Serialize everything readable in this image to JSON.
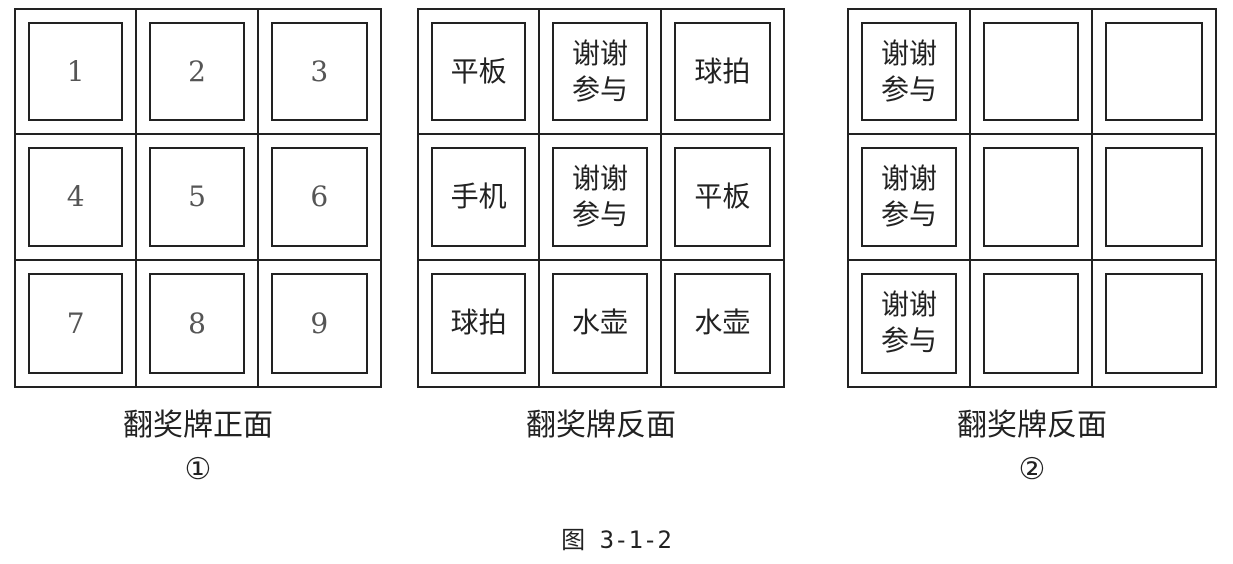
{
  "boards": [
    {
      "caption": "翻奖牌正面",
      "cells": [
        "1",
        "2",
        "3",
        "4",
        "5",
        "6",
        "7",
        "8",
        "9"
      ]
    },
    {
      "caption": "翻奖牌反面",
      "cells": [
        "平板",
        "谢谢\n参与",
        "球拍",
        "手机",
        "谢谢\n参与",
        "平板",
        "球拍",
        "水壶",
        "水壶"
      ]
    },
    {
      "caption": "翻奖牌反面",
      "cells": [
        "谢谢\n参与",
        "",
        "",
        "谢谢\n参与",
        "",
        "",
        "谢谢\n参与",
        "",
        ""
      ]
    }
  ],
  "markers": [
    "①",
    "②"
  ],
  "figure_label": "图 3-1-2"
}
